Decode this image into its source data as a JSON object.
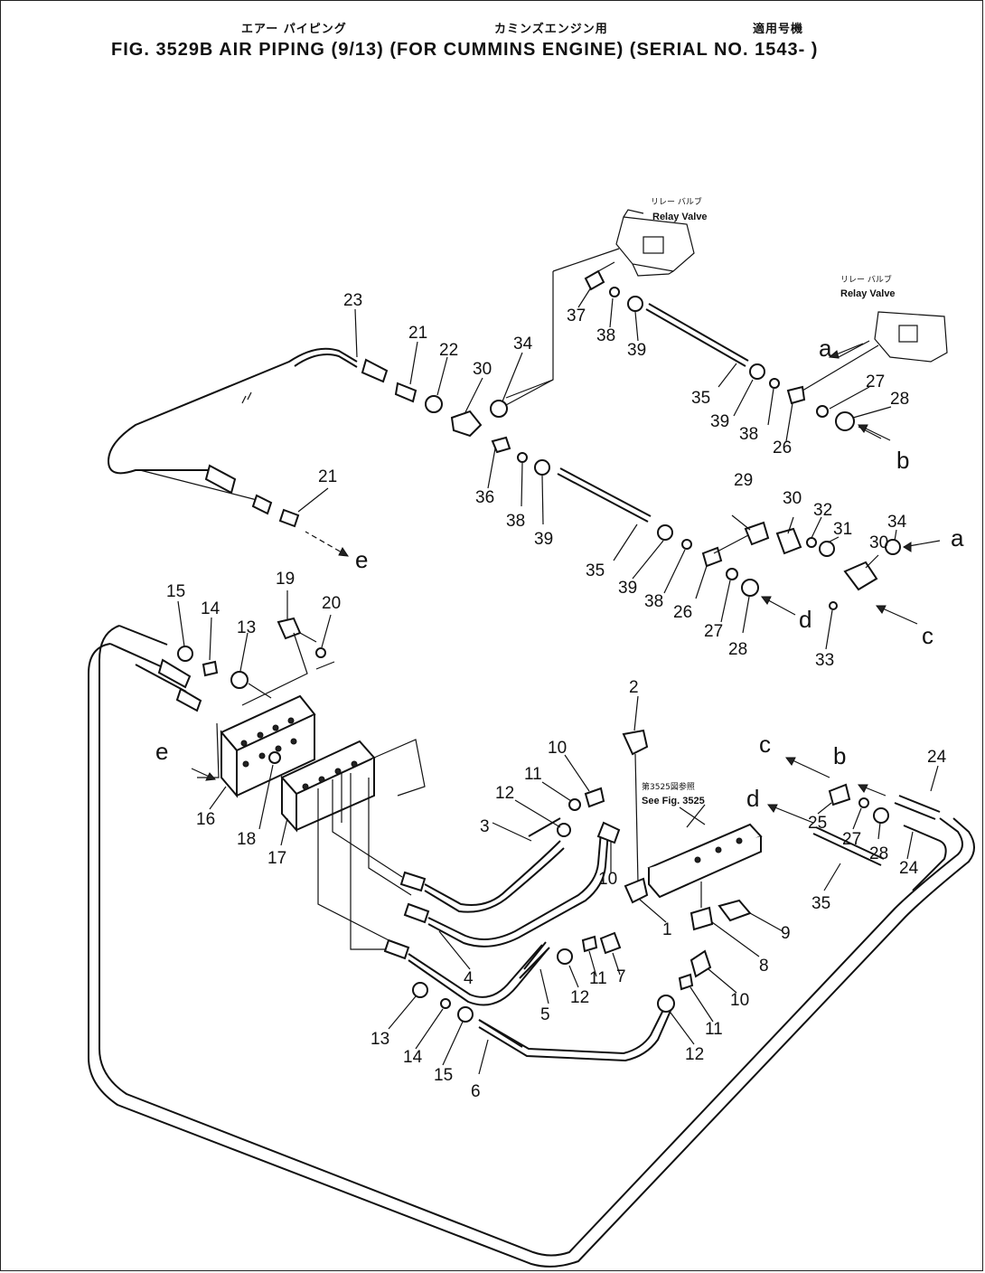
{
  "header": {
    "jp_air_piping": "エアー パイピング",
    "jp_cummins": "カミンズエンジン用",
    "jp_serial": "適用号機",
    "title": "FIG. 3529B  AIR PIPING (9/13) (FOR CUMMINS ENGINE) (SERIAL NO. 1543- )"
  },
  "callouts": {
    "relay_valve_jp_1": "リレー バルブ",
    "relay_valve_en_1": "Relay Valve",
    "relay_valve_jp_2": "リレー バルブ",
    "relay_valve_en_2": "Relay Valve",
    "see_fig_jp": "第3525図参照",
    "see_fig_en": "See Fig. 3525"
  },
  "part_numbers": [
    "1",
    "2",
    "3",
    "4",
    "5",
    "6",
    "7",
    "8",
    "9",
    "10",
    "11",
    "12",
    "13",
    "14",
    "15",
    "16",
    "17",
    "18",
    "19",
    "20",
    "21",
    "22",
    "23",
    "24",
    "25",
    "26",
    "27",
    "28",
    "29",
    "30",
    "31",
    "32",
    "33",
    "34",
    "35",
    "36",
    "37",
    "38",
    "39"
  ],
  "connection_letters": [
    "a",
    "b",
    "c",
    "d",
    "e"
  ]
}
